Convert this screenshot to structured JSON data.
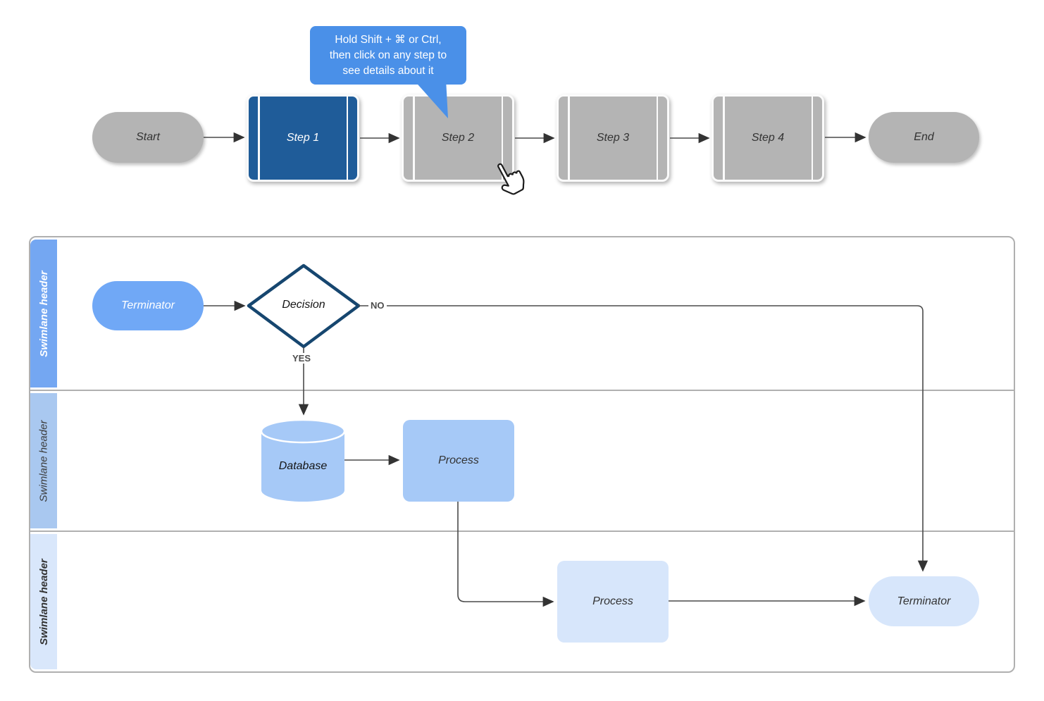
{
  "top_flow": {
    "nodes": [
      {
        "label": "Start",
        "type": "terminator"
      },
      {
        "label": "Step 1",
        "type": "step",
        "selected": true
      },
      {
        "label": "Step 2",
        "type": "step",
        "selected": false
      },
      {
        "label": "Step 3",
        "type": "step",
        "selected": false
      },
      {
        "label": "Step 4",
        "type": "step",
        "selected": false
      },
      {
        "label": "End",
        "type": "terminator"
      }
    ]
  },
  "tooltip": {
    "line1": "Hold Shift + ⌘ or Ctrl,",
    "line2": "then click on any step to",
    "line3": "see details about it"
  },
  "swimlanes": [
    {
      "header": "Swimlane header"
    },
    {
      "header": "Swimlane header"
    },
    {
      "header": "Swimlane header"
    }
  ],
  "diagram": {
    "lane1": {
      "terminator": "Terminator",
      "decision": "Decision",
      "branch_no": "NO",
      "branch_yes": "YES"
    },
    "lane2": {
      "database": "Database",
      "process": "Process"
    },
    "lane3": {
      "process": "Process",
      "terminator": "Terminator"
    }
  },
  "colors": {
    "selected_step_blue": "#1f5c99",
    "step_gray": "#b4b4b4",
    "tooltip_blue": "#4a90e8",
    "lane1_header_blue": "#74a7f2",
    "lane2_header_blue": "#a9c8f0",
    "lane3_header_blue": "#d9e7fb",
    "lane1_shape_blue": "#70a8f6",
    "lane2_shape_blue": "#a6c9f7",
    "lane3_shape_blue": "#d7e6fb",
    "decision_border_navy": "#16466f",
    "connector_gray": "#4a4a4a",
    "lane_border_gray": "#b0b0b0"
  }
}
